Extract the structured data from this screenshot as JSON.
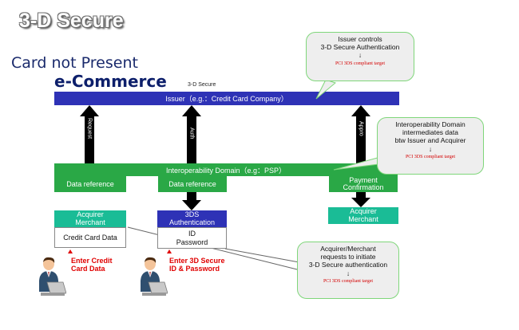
{
  "header": {
    "title": "3-D Secure",
    "subtitle_line1": "Card not Present",
    "subtitle_line2": "e-Commerce"
  },
  "diagram": {
    "top_label": "3-D Secure",
    "issuer_bar": "Issuer（e.g.：Credit Card Company）",
    "domain_bar": "Interoperability Domain（e.g：PSP）",
    "arrows": {
      "request": "Request",
      "auth": "Auth",
      "approval": "Appro"
    },
    "boxes": {
      "data_reference_1": "Data reference",
      "data_reference_2": "Data reference",
      "payment_confirmation_line1": "Payment",
      "payment_confirmation_line2": "Confirmation",
      "acquirer_merchant_1_line1": "Acquirer",
      "acquirer_merchant_1_line2": "Merchant",
      "acquirer_merchant_2_line1": "Acquirer",
      "acquirer_merchant_2_line2": "Merchant",
      "threeds_auth_line1": "3DS",
      "threeds_auth_line2": "Authentication",
      "credit_card_data": "Credit Card Data",
      "id_password_line1": "ID",
      "id_password_line2": "Password"
    },
    "user_labels": {
      "enter_cc_line1": "Enter Credit",
      "enter_cc_line2": "Card Data",
      "enter_3ds_line1": "Enter 3D Secure",
      "enter_3ds_line2": "ID & Password"
    },
    "callouts": {
      "issuer": {
        "line1": "Issuer controls",
        "line2": "3-D Secure Authentication",
        "arrow": "↓",
        "red": "PCI 3DS compliant target"
      },
      "domain": {
        "line1": "Interoperability Domain",
        "line2": "intermediates data",
        "line3": "btw Issuer and Acquirer",
        "arrow": "↓",
        "red": "PCI 3DS compliant target"
      },
      "acquirer": {
        "line1": "Acquirer/Merchant",
        "line2": "requests to initiate",
        "line3": "3-D Secure authentication",
        "arrow": "↓",
        "red": "PCI 3DS compliant target"
      }
    }
  },
  "colors": {
    "issuer_blue": "#2e32b6",
    "domain_green": "#2aa846",
    "acquirer_teal": "#1abc96",
    "callout_border": "#7fd67a",
    "red_text": "#d40000"
  }
}
